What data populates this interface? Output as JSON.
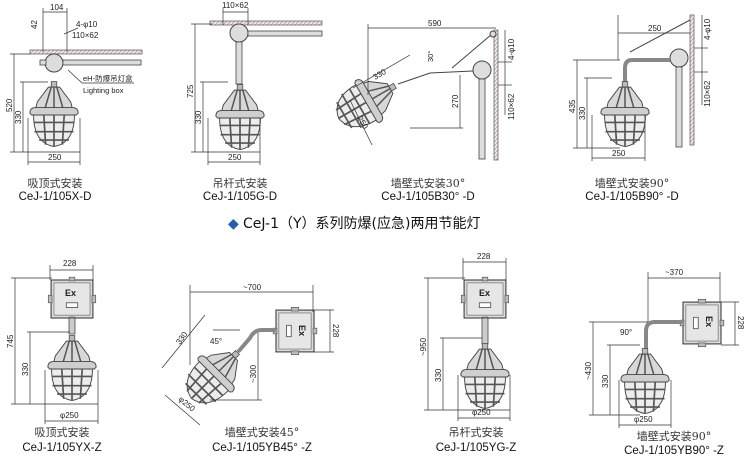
{
  "title": {
    "bullet": "◆",
    "text": "CeJ-1（Y）系列防爆(应急)两用节能灯",
    "bullet_color": "#1d5fb4"
  },
  "figures": [
    {
      "caption_cn": "吸顶式安装",
      "model": "CeJ-1/105X-D",
      "dims": {
        "top": "104",
        "holes": "4-φ10",
        "box": "110×62",
        "height": "520",
        "lamp_h": "330",
        "width": "250",
        "side": "42"
      },
      "callout": {
        "cn": "eH-防爆吊灯盒",
        "en": "Lighting box"
      }
    },
    {
      "caption_cn": "吊杆式安装",
      "model": "CeJ-1/105G-D",
      "dims": {
        "box": "110×62",
        "height": "725",
        "lamp_h": "330",
        "width": "250"
      }
    },
    {
      "caption_cn": "墙壁式安装30°",
      "model": "CeJ-1/105B30°  -D",
      "dims": {
        "reach": "590",
        "angle": "30°",
        "lamp_h": "330",
        "width": "250",
        "drop": "270",
        "holes": "4-φ10",
        "box": "110×62"
      }
    },
    {
      "caption_cn": "墙壁式安装90°",
      "model": "CeJ-1/105B90°  -D",
      "dims": {
        "reach": "250",
        "height": "435",
        "lamp_h": "330",
        "width": "250",
        "holes": "4-φ10",
        "box": "110×62"
      }
    },
    {
      "caption_cn": "吸顶式安装",
      "model": "CeJ-1/105YX-Z",
      "dims": {
        "box": "228",
        "height": "745",
        "lamp_h": "330",
        "width": "φ250"
      },
      "ex": "Ex"
    },
    {
      "caption_cn": "墙壁式安装45°",
      "model": "CeJ-1/105YB45°  -Z",
      "dims": {
        "reach": "~700",
        "box": "228",
        "angle": "45°",
        "lamp_h": "330",
        "drop": "~300",
        "width": "φ250"
      },
      "ex": "Ex"
    },
    {
      "caption_cn": "吊杆式安装",
      "model": "CeJ-1/105YG-Z",
      "dims": {
        "box": "228",
        "height": "~950",
        "lamp_h": "330",
        "width": "φ250"
      },
      "ex": "Ex"
    },
    {
      "caption_cn": "墙壁式安装90°",
      "model": "CeJ-1/105YB90°  -Z",
      "dims": {
        "reach": "~370",
        "box": "228",
        "angle": "90°",
        "height": "~430",
        "lamp_h": "330",
        "width": "φ250"
      },
      "ex": "Ex"
    }
  ]
}
